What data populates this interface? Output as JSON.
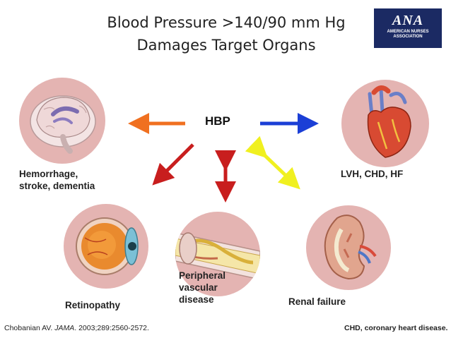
{
  "title": {
    "line1": "Blood Pressure >140/90 mm Hg",
    "line2": "Damages Target Organs"
  },
  "logo": {
    "mark": "ANA",
    "org_name": "AMERICAN NURSES ASSOCIATION"
  },
  "center_label": "HBP",
  "organs": {
    "brain": {
      "label_line1": "Hemorrhage,",
      "label_line2": "stroke, dementia",
      "icon": "brain-icon"
    },
    "heart": {
      "label": "LVH, CHD, HF",
      "icon": "heart-icon"
    },
    "eye": {
      "label": "Retinopathy",
      "icon": "eye-icon"
    },
    "artery": {
      "label_line1": "Peripheral",
      "label_line2": "vascular",
      "label_line3": "disease",
      "icon": "artery-icon"
    },
    "kidney": {
      "label": "Renal failure",
      "icon": "kidney-icon"
    }
  },
  "arrows": {
    "to_brain": "#f07020",
    "to_heart": "#1b3fd6",
    "to_eye": "#c81e1e",
    "to_artery": "#c81e1e",
    "to_kidney": "#f0f020"
  },
  "footer": {
    "citation_authors": "Chobanian AV. ",
    "citation_journal": "JAMA",
    "citation_rest": ". 2003;289:2560-2572.",
    "abbreviation": "CHD, coronary heart disease."
  }
}
